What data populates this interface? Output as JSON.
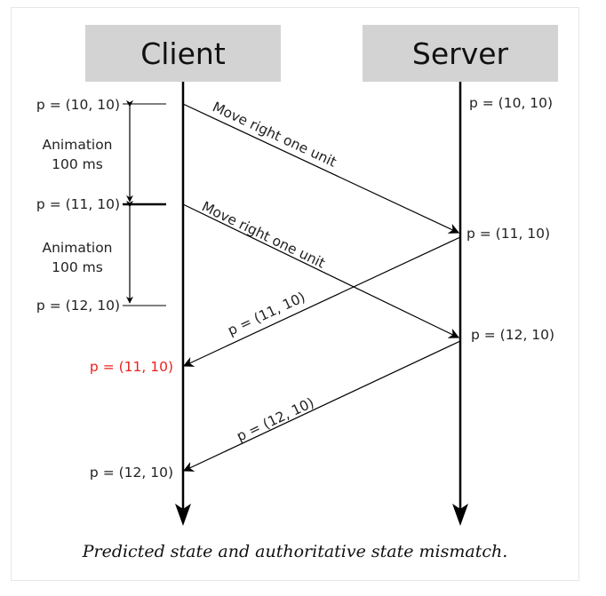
{
  "diagram": {
    "client_label": "Client",
    "server_label": "Server",
    "client_states": [
      "p = (10, 10)",
      "p = (11, 10)",
      "p = (12, 10)"
    ],
    "animation_labels": [
      {
        "line1": "Animation",
        "line2": "100 ms"
      },
      {
        "line1": "Animation",
        "line2": "100 ms"
      }
    ],
    "mismatch_state": "p = (11, 10)",
    "final_state": "p = (12, 10)",
    "server_states": [
      "p = (10, 10)",
      "p = (11, 10)",
      "p = (12, 10)"
    ],
    "messages": {
      "move1": "Move right one unit",
      "move2": "Move right one unit",
      "reply1": "p = (11, 10)",
      "reply2": "p = (12, 10)"
    },
    "colors": {
      "header_bg": "#d3d3d3",
      "line": "#000000",
      "text": "#222222",
      "mismatch": "#e8231c"
    }
  },
  "caption": "Predicted state and authoritative state mismatch."
}
